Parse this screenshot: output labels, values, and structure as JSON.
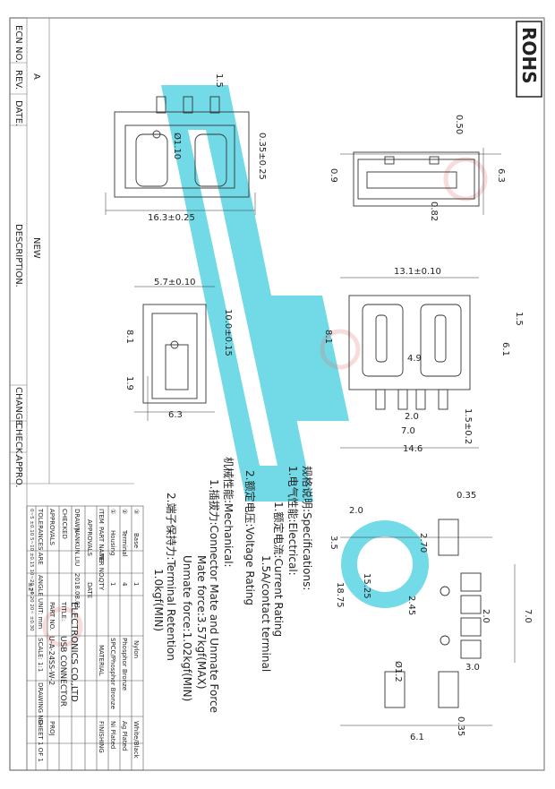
{
  "revision_block": {
    "ecn_label": "ECN NO.",
    "rev_label": "REV.",
    "rev_value": "A",
    "date_label": "DATE.",
    "new_label": "NEW",
    "description_label": "DESCRIPTION.",
    "change_label": "CHANGE.",
    "check_label": "CHECK.",
    "appro_label": "APPRO."
  },
  "rohs": "ROHS",
  "dimensions": {
    "top_1_5": "1.5",
    "top_dia_1_10": "Ø1.10",
    "top_0_35": "0.35±0.25",
    "top_16_3": "16.3±0.25",
    "side_0_50": "0.50",
    "side_0_9": "0.9",
    "side_6_3": "6.3",
    "side_0_82": "0.82",
    "front_5_7": "5.7±0.10",
    "front_8_1": "8.1",
    "front_1_9": "1.9",
    "front_10_0": "10.0±0.15",
    "front_6_3": "6.3",
    "face_13_1": "13.1±0.10",
    "face_8_1": "8.1",
    "face_1_5": "1.5",
    "face_6_1": "6.1",
    "face_4_9": "4.9",
    "face_2_0": "2.0",
    "face_7_0": "7.0",
    "face_14_6": "14.6",
    "face_1_5b": "1.5±0.2",
    "pcb_0_35": "0.35",
    "pcb_2_0a": "2.0",
    "pcb_2_70": "2.70",
    "pcb_3_5": "3.5",
    "pcb_15_25": "15.25",
    "pcb_18_75": "18.75",
    "pcb_2_45": "2.45",
    "pcb_2_0b": "2.0",
    "pcb_7_0": "7.0",
    "pcb_3_0": "3.0",
    "pcb_dia": "Ø1.2",
    "pcb_6_1": "6.1",
    "pcb_0_35b": "0.35"
  },
  "specifications": {
    "title": "规格说明:Specifications:",
    "electrical": "1.电气性能:Electrical:",
    "current_rating": "1.额定电流:Current Rating",
    "current_value": "1.5A/contact terminal",
    "voltage": "2.额定电压:Voltage Rating",
    "mechanical": "机械性能:Mechanical:",
    "mate": "1.插拔力:Connector Mate and Unmate Force",
    "mate_force": "Mate force:3.57kgf(MAX)",
    "unmate_force": "Unmate force:1.02kgf(MIN)",
    "retention": "2.端子保持力:Terminal Retention",
    "retention_value": "1.0kgf(MIN)"
  },
  "title_block": {
    "bom": [
      {
        "no": "③",
        "name": "Base",
        "part_no": "",
        "qty": "1",
        "material": "Nylon",
        "finish": "White/Black"
      },
      {
        "no": "②",
        "name": "Terminal",
        "part_no": "",
        "qty": "4",
        "material": "Phosphor Bronze",
        "finish": "Ag Plated"
      },
      {
        "no": "①",
        "name": "Housing",
        "part_no": "",
        "qty": "1",
        "material": "SPCC/Phosphor Bronze",
        "finish": "Ni Plated"
      }
    ],
    "col_item": "ITEM",
    "col_part_name": "PART NAME",
    "col_part_no": "TER NO.",
    "col_qty": "QTY",
    "col_material": "MATERIAL",
    "col_finish": "FINISHING",
    "approvals": "APPROVALS",
    "date": "DATE",
    "drawn": "DRAWN",
    "drawn_by": "JIANKUN.LIU",
    "drawn_date": "2018.08.01",
    "checked": "CHECKED",
    "approvals2": "APPROVALS",
    "tolerances": "TOLERANCES ARE",
    "tol_values": "0~5 ±0.10  5~10 ±0.15  10~20 ±0.20  20~ ±0.30",
    "angle": "ANGLE",
    "angle_value": "±2°",
    "unit_label": "UNIT: mm",
    "scale_label": "SCALE: 1:1",
    "drawing_no": "DRAWING NO.",
    "company": "ELECTRONICS CO.,LTD",
    "title_label": "TITLE:",
    "title_value": "USB CONNECTOR",
    "part_no_label": "PART NO.",
    "part_no_value": "U-A-24SS-W-2",
    "proj_label": "PROJ",
    "sheet": "SHEET 1 OF 1"
  }
}
